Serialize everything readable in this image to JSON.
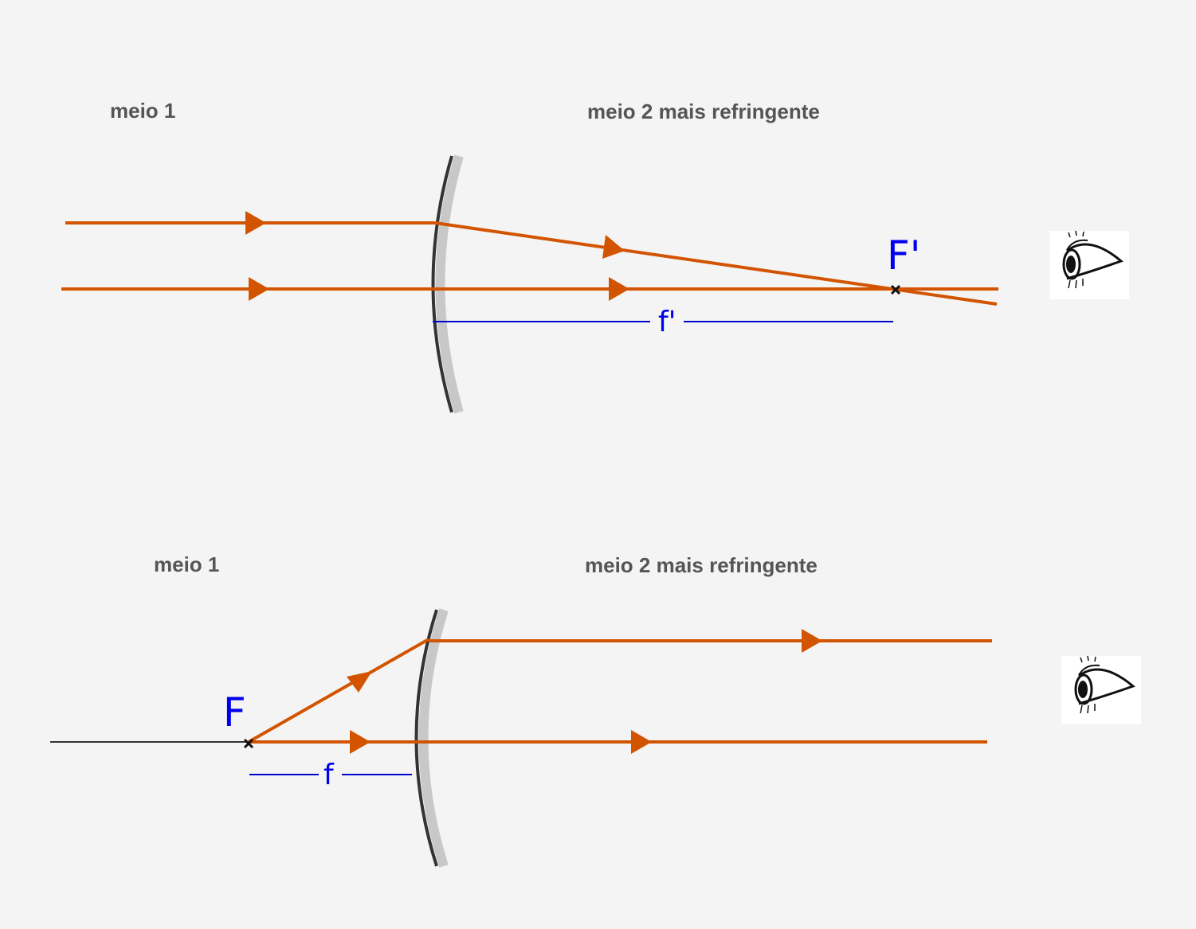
{
  "colors": {
    "background": "#f4f4f4",
    "ray": "#d35400",
    "focus_text": "#0000ee",
    "distance_line": "#0000cc",
    "label_text": "#555555",
    "surface_dark": "#333333",
    "surface_light": "#c8c8c8",
    "axis": "#333333"
  },
  "top": {
    "medium1_label": "meio 1",
    "medium2_label": "meio 2 mais refringente",
    "focus_label": "F'",
    "distance_label": "f'"
  },
  "bottom": {
    "medium1_label": "meio 1",
    "medium2_label": "meio 2 mais refringente",
    "focus_label": "F",
    "distance_label": "f"
  },
  "icons": {
    "observer": "eye-icon",
    "focus_marker": "x-mark-icon",
    "ray_direction": "arrowhead-icon"
  }
}
